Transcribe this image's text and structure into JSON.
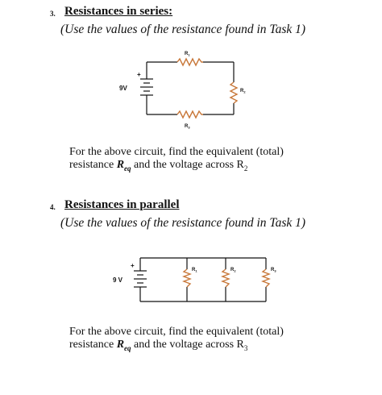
{
  "section3": {
    "number": "3.",
    "title": "Resistances in series:",
    "note": "(Use the values of the resistance found in Task 1)",
    "circuit": {
      "battery_label": "9V",
      "plus": "+",
      "r1": "R",
      "r1_sub": "1",
      "r2": "R",
      "r2_sub": "2",
      "r3": "R",
      "r3_sub": "3"
    },
    "question_line1": "For the above circuit, find the equivalent (total)",
    "question_line2_pre": "resistance ",
    "req_main": "R",
    "req_sub": "eq",
    "question_line2_post": " and the voltage across R",
    "target_sub": "2"
  },
  "section4": {
    "number": "4.",
    "title": "Resistances in parallel",
    "note": "(Use the values of the resistance found in Task 1)",
    "circuit": {
      "battery_label": "9 V",
      "plus": "+",
      "r1": "R",
      "r1_sub": "1",
      "r2": "R",
      "r2_sub": "2",
      "r3": "R",
      "r3_sub": "3"
    },
    "question_line1": "For the above circuit, find the equivalent (total)",
    "question_line2_pre": "resistance ",
    "req_main": "R",
    "req_sub": "eq",
    "question_line2_post": " and the voltage across R",
    "target_sub": "3"
  },
  "colors": {
    "resistor": "#c8783a",
    "wire": "#111111"
  }
}
